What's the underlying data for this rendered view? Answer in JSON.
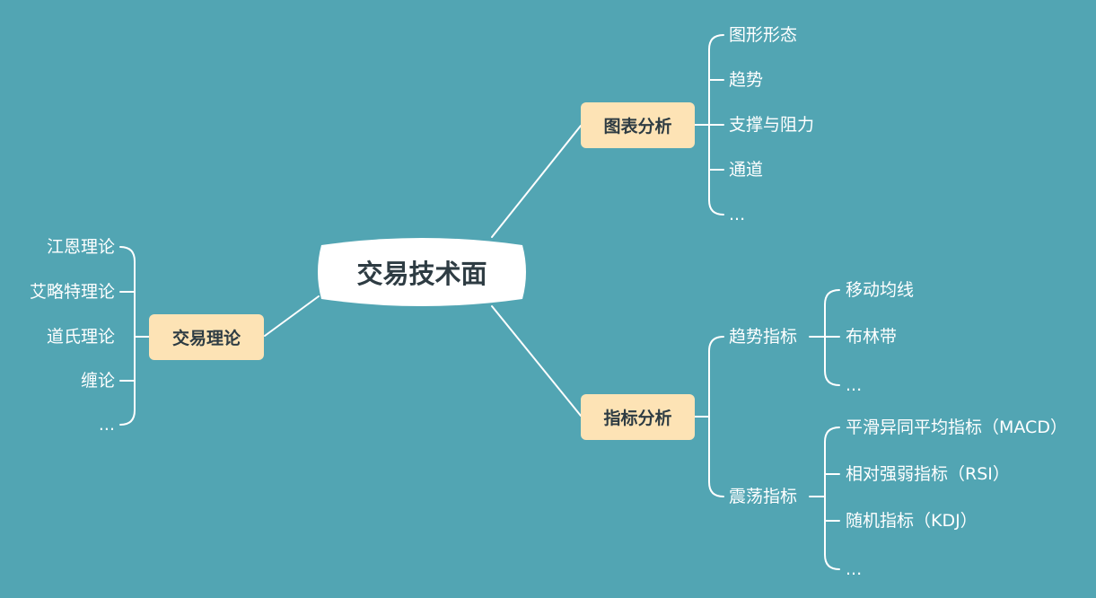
{
  "root": {
    "label": "交易技术面"
  },
  "branches": {
    "chart": {
      "label": "图表分析",
      "items": [
        "图形形态",
        "趋势",
        "支撑与阻力",
        "通道",
        "..."
      ]
    },
    "indicator": {
      "label": "指标分析",
      "trend": {
        "label": "趋势指标",
        "items": [
          "移动均线",
          "布林带",
          "..."
        ]
      },
      "oscillator": {
        "label": "震荡指标",
        "items": [
          "平滑异同平均指标（MACD）",
          "相对强弱指标（RSI）",
          "随机指标（KDJ）",
          "..."
        ]
      }
    },
    "theory": {
      "label": "交易理论",
      "items": [
        "江恩理论",
        "艾略特理论",
        "道氏理论",
        "缠论",
        "..."
      ]
    }
  },
  "colors": {
    "background": "#52a5b3",
    "branch_fill": "#fde3b5",
    "root_fill": "#ffffff",
    "text_dark": "#2e3c43",
    "line": "#ffffff"
  }
}
